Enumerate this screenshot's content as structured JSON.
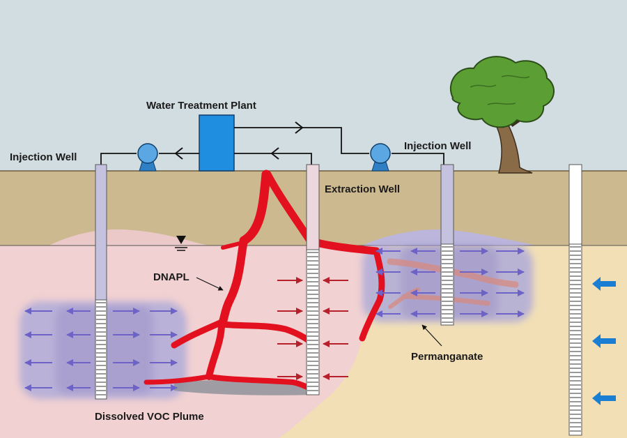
{
  "labels": {
    "water_treatment_plant": "Water Treatment Plant",
    "injection_well_left": "Injection Well",
    "injection_well_right": "Injection Well",
    "extraction_well": "Extraction Well",
    "dnapl": "DNAPL",
    "permanganate": "Permanganate",
    "dissolved_voc_plume": "Dissolved VOC Plume"
  },
  "icons": {
    "pump": "pump-icon",
    "water_table": "water-table-symbol",
    "tree": "tree-icon",
    "groundwater_flow": "flow-arrow-icon"
  },
  "colors": {
    "sky": "#d2dde2",
    "vadose_soil": "#cdb98f",
    "saturated_soil": "#f2dfb6",
    "voc_plume": "#f1d1d1",
    "permanganate_zone": "#b4b0dc",
    "dnapl": "#e3101f",
    "pump": "#5aa7e4",
    "treatment_plant": "#1f8ee0",
    "flow_arrow": "#1a7fd3",
    "well_casing": "#c4c2de",
    "tree_canopy": "#5b9e34",
    "tree_trunk": "#8a6b47"
  }
}
